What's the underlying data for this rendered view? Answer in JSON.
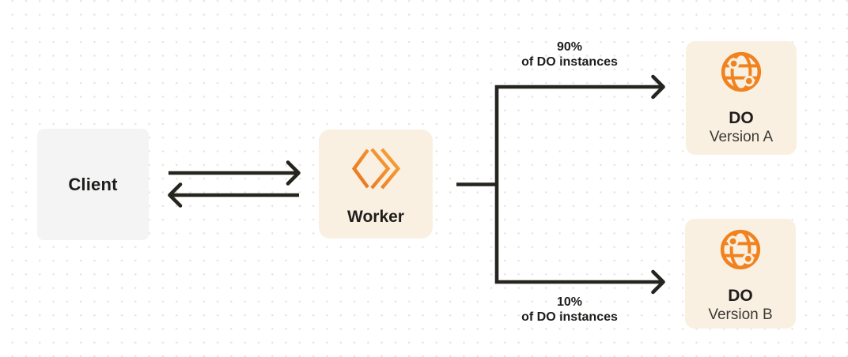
{
  "colors": {
    "accent_orange": "#F0831F",
    "box_cream": "#FAF0E2",
    "box_gray": "#F4F4F5",
    "line_dark": "#26241E",
    "text_dark": "#1F1D1B",
    "text_secondary": "#3B3934",
    "dot_grid": "#E5E4E2",
    "background": "#FFFFFF"
  },
  "diagram": {
    "client": {
      "label": "Client"
    },
    "worker": {
      "label": "Worker",
      "icon": "workers-logo-icon"
    },
    "branches": {
      "top": {
        "percent": "90%",
        "caption": "of DO instances"
      },
      "bottom": {
        "percent": "10%",
        "caption": "of DO instances"
      }
    },
    "do_version_a": {
      "title": "DO",
      "subtitle": "Version A",
      "icon": "globe-icon"
    },
    "do_version_b": {
      "title": "DO",
      "subtitle": "Version B",
      "icon": "globe-icon"
    }
  }
}
